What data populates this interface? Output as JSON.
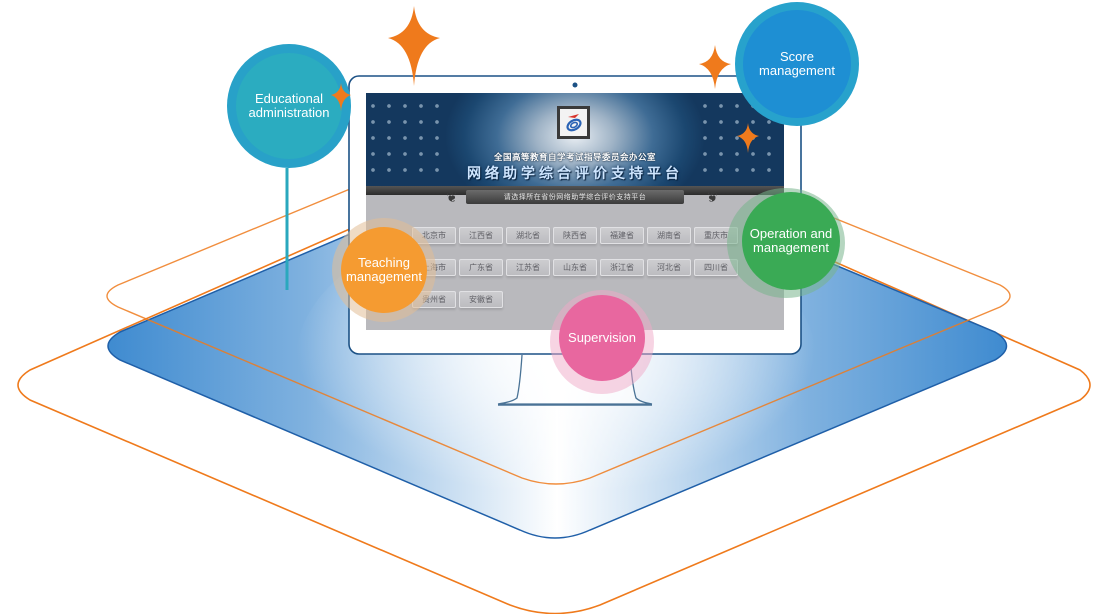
{
  "diagram": {
    "topic": "Network-assisted learning comprehensive evaluation platform modules",
    "modules": [
      {
        "id": "educational-administration",
        "label": "Educational administration",
        "color": "#2aa8be"
      },
      {
        "id": "score-management",
        "label": "Score management",
        "color": "#1e8fd3"
      },
      {
        "id": "teaching-management",
        "label": "Teaching management",
        "color": "#f59b31"
      },
      {
        "id": "operation-and-management",
        "label": "Operation and management",
        "color": "#3aaa55"
      },
      {
        "id": "supervision",
        "label": "Supervision",
        "color": "#e8679f"
      }
    ]
  },
  "screen": {
    "organization": "全国高等教育自学考试指导委员会办公室",
    "title": "网络助学综合评价支持平台",
    "ribbon_text": "请选择所在省份网络助学综合评价支持平台",
    "provinces": [
      [
        "北京市",
        "江西省",
        "湖北省",
        "陕西省",
        "福建省",
        "湖南省",
        "重庆市"
      ],
      [
        "上海市",
        "广东省",
        "江苏省",
        "山东省",
        "浙江省",
        "河北省",
        "四川省"
      ],
      [
        "贵州省",
        "安徽省"
      ]
    ]
  },
  "colors": {
    "accent_orange": "#ef7a1c",
    "monitor_outline": "#1c5185",
    "plane_blue": "#3f8bd0"
  }
}
